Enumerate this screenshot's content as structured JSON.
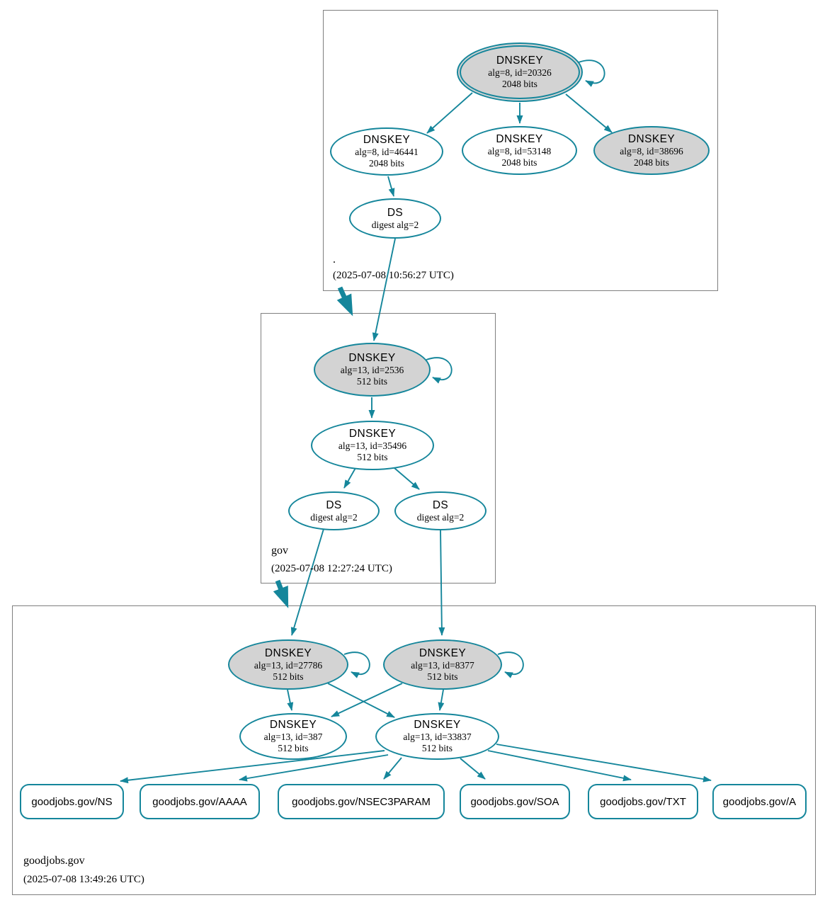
{
  "colors": {
    "edge_teal": "#15869b",
    "node_fill_gray": "#d3d3d3",
    "box_border_gray": "#7f7f7f"
  },
  "zones": {
    "root": {
      "label": ".",
      "timestamp": "(2025-07-08 10:56:27 UTC)",
      "nodes": {
        "ksk_20326": {
          "title": "DNSKEY",
          "detail": "alg=8, id=20326",
          "size": "2048 bits"
        },
        "zsk_46441": {
          "title": "DNSKEY",
          "detail": "alg=8, id=46441",
          "size": "2048 bits"
        },
        "zsk_53148": {
          "title": "DNSKEY",
          "detail": "alg=8, id=53148",
          "size": "2048 bits"
        },
        "key_38696": {
          "title": "DNSKEY",
          "detail": "alg=8, id=38696",
          "size": "2048 bits"
        },
        "ds": {
          "title": "DS",
          "detail": "digest alg=2"
        }
      }
    },
    "gov": {
      "label": "gov",
      "timestamp": "(2025-07-08 12:27:24 UTC)",
      "nodes": {
        "ksk_2536": {
          "title": "DNSKEY",
          "detail": "alg=13, id=2536",
          "size": "512 bits"
        },
        "zsk_35496": {
          "title": "DNSKEY",
          "detail": "alg=13, id=35496",
          "size": "512 bits"
        },
        "ds_left": {
          "title": "DS",
          "detail": "digest alg=2"
        },
        "ds_right": {
          "title": "DS",
          "detail": "digest alg=2"
        }
      }
    },
    "goodjobs": {
      "label": "goodjobs.gov",
      "timestamp": "(2025-07-08 13:49:26 UTC)",
      "nodes": {
        "ksk_27786": {
          "title": "DNSKEY",
          "detail": "alg=13, id=27786",
          "size": "512 bits"
        },
        "ksk_8377": {
          "title": "DNSKEY",
          "detail": "alg=13, id=8377",
          "size": "512 bits"
        },
        "zsk_387": {
          "title": "DNSKEY",
          "detail": "alg=13, id=387",
          "size": "512 bits"
        },
        "zsk_33837": {
          "title": "DNSKEY",
          "detail": "alg=13, id=33837",
          "size": "512 bits"
        },
        "rrsets": [
          "goodjobs.gov/NS",
          "goodjobs.gov/AAAA",
          "goodjobs.gov/NSEC3PARAM",
          "goodjobs.gov/SOA",
          "goodjobs.gov/TXT",
          "goodjobs.gov/A"
        ]
      }
    }
  }
}
